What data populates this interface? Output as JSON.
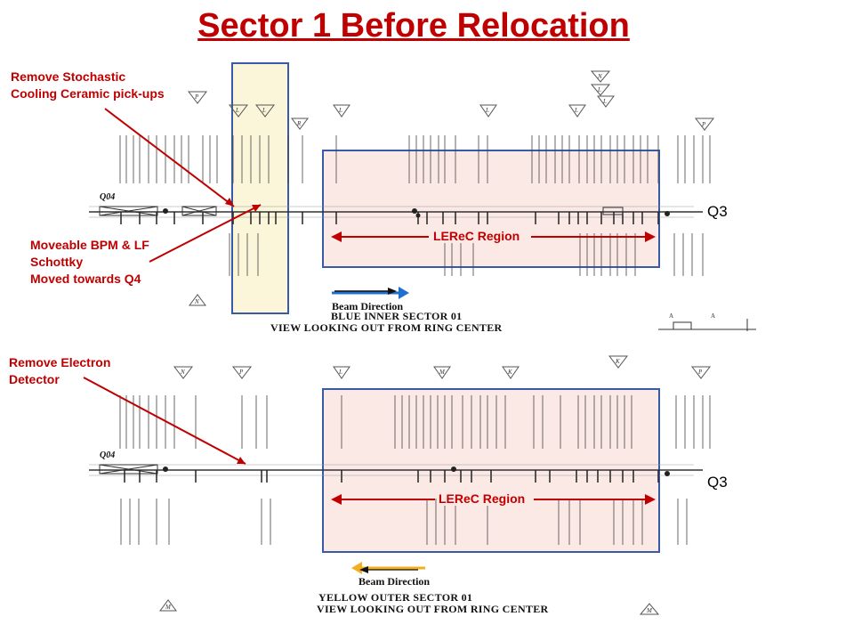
{
  "title": "Sector 1 Before Relocation",
  "annotations": {
    "stochastic": [
      "Remove Stochastic",
      "Cooling Ceramic pick-ups"
    ],
    "bpm": [
      "Moveable BPM & LF",
      "Schottky",
      "Moved towards Q4"
    ],
    "electron": [
      "Remove Electron",
      "Detector"
    ]
  },
  "region_label": "LEReC Region",
  "q3_label": "Q3",
  "q04_label": "Q04",
  "beam_direction_label": "Beam Direction",
  "blue_caption": [
    "BLUE INNER SECTOR 01",
    "VIEW LOOKING OUT FROM RING CENTER"
  ],
  "yellow_caption": [
    "YELLOW OUTER SECTOR 01",
    "VIEW LOOKING OUT FROM RING CENTER"
  ],
  "colors": {
    "annotation_red": "#c00000",
    "region_border": "#3a5aa8",
    "region_fill": "#fbe9e6",
    "highlight_fill": "#fbf6d9",
    "blue_arrow": "#1f6fd1",
    "yellow_arrow": "#f2b01e"
  }
}
